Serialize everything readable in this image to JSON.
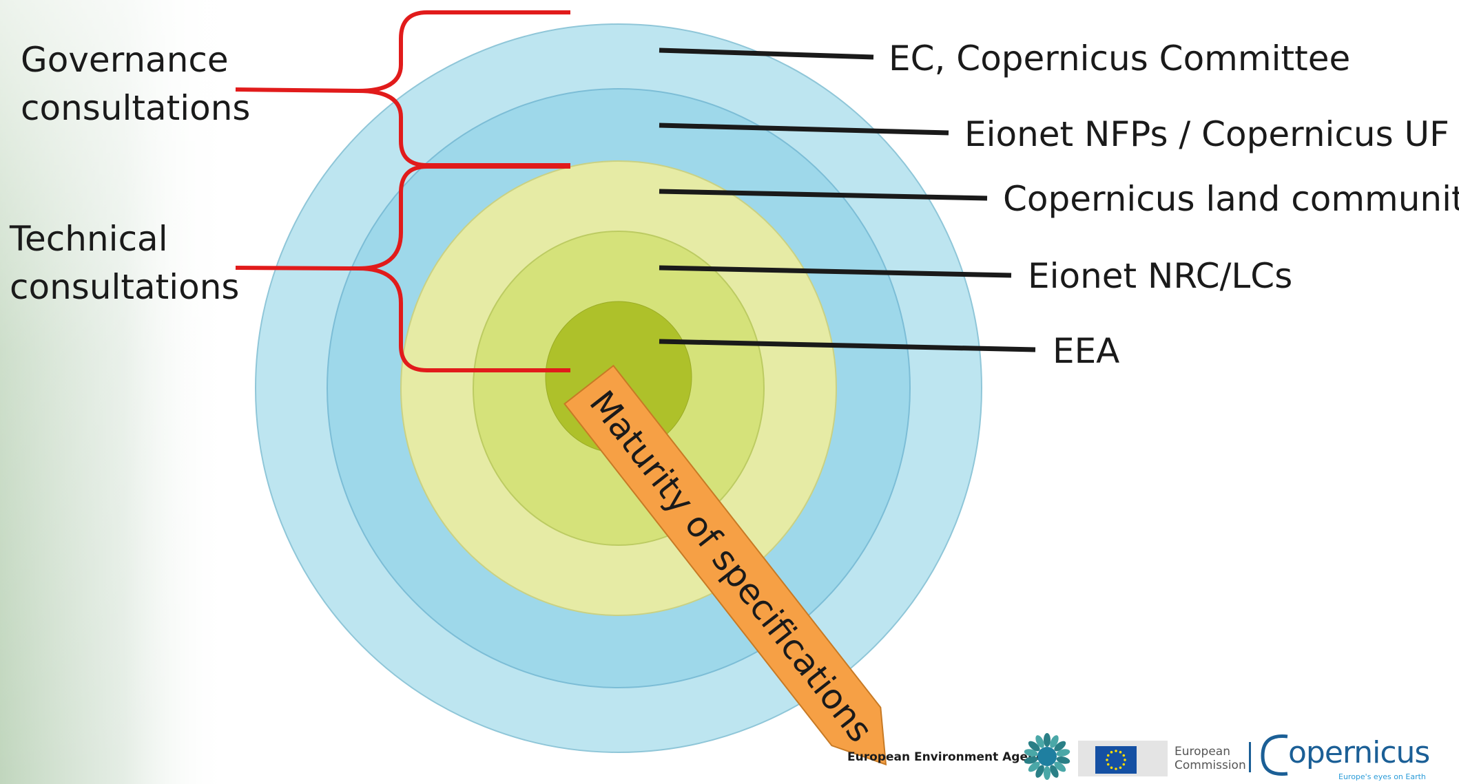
{
  "rings": [
    {
      "key": "ec",
      "label": "EC,  Copernicus Committee",
      "color": "#bde5f0"
    },
    {
      "key": "nfp",
      "label": "Eionet NFPs  / Copernicus UF",
      "color": "#9ed8ea"
    },
    {
      "key": "land",
      "label": "Copernicus land community",
      "color": "#e6eba5"
    },
    {
      "key": "nrc",
      "label": "Eionet NRC/LCs",
      "color": "#d5e27a"
    },
    {
      "key": "eea",
      "label": "EEA",
      "color": "#aec12a"
    }
  ],
  "groups": {
    "governance": "Governance\nconsultations",
    "technical": "Technical\nconsultations"
  },
  "arrow": {
    "label": "Maturity of specifications",
    "color": "#f6a045"
  },
  "bracket_color": "#e11b1b",
  "leader_color": "#1a1a1a",
  "footer": {
    "eea": "European Environment Agency",
    "ec": "European\nCommission",
    "copernicus": "opernicus",
    "copernicus_tagline": "Europe's eyes on Earth"
  }
}
